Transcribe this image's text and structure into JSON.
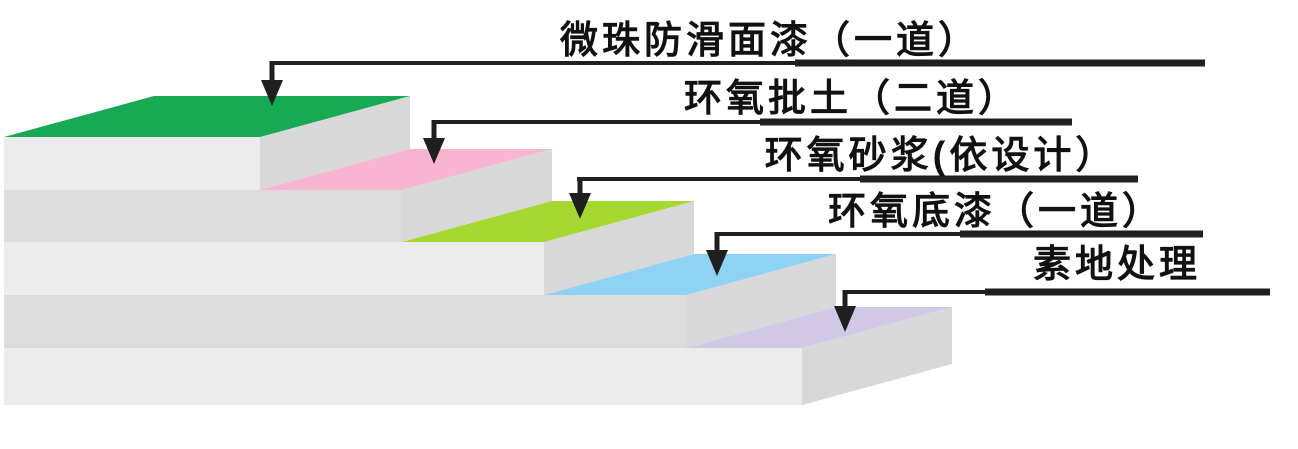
{
  "diagram": {
    "background": "#ffffff",
    "leader_color": "#1f1f1f",
    "text_color": "#111111",
    "face_colors": {
      "front_light": "#ececec",
      "front_dark": "#dcdcdc",
      "side": "#d8d8d8"
    },
    "layers": [
      {
        "label": "微珠防滑面漆（一道）",
        "color": "#17a953"
      },
      {
        "label": "环氧批土（二道）",
        "color": "#f7b5d2"
      },
      {
        "label": "环氧砂浆(依设计）",
        "color": "#a5d830"
      },
      {
        "label": "环氧底漆（一道）",
        "color": "#8ed3f3"
      },
      {
        "label": "素地处理",
        "color": "#cfc9e6"
      }
    ]
  }
}
